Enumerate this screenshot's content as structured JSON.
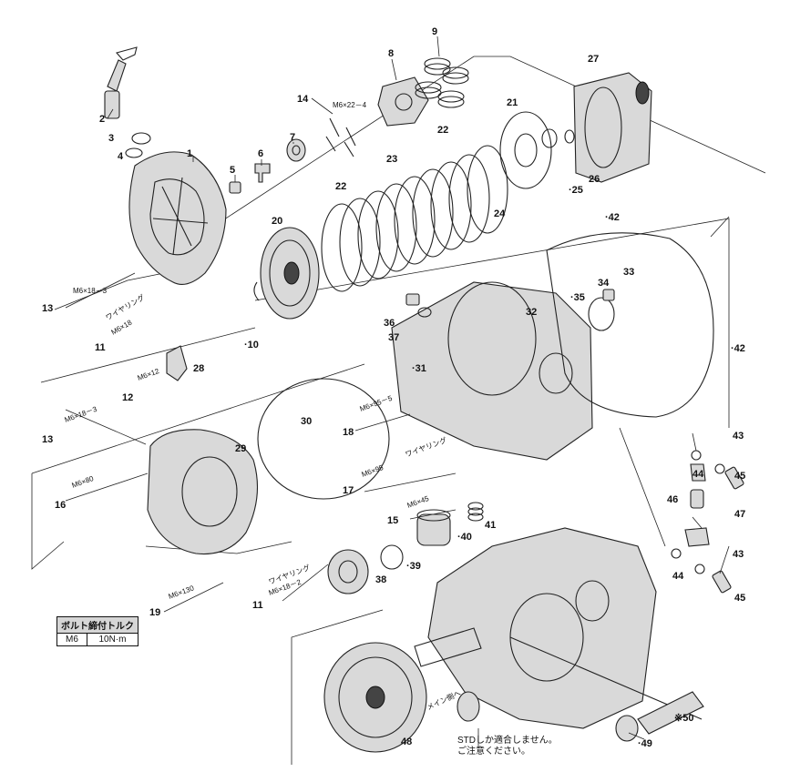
{
  "part_numbers": [
    "1",
    "2",
    "3",
    "4",
    "5",
    "6",
    "7",
    "8",
    "9",
    "·10",
    "11",
    "11",
    "12",
    "13",
    "13",
    "14",
    "15",
    "16",
    "17",
    "18",
    "19",
    "20",
    "21",
    "22",
    "22",
    "23",
    "24",
    "·25",
    "26",
    "27",
    "28",
    "29",
    "30",
    "·31",
    "32",
    "33",
    "34",
    "·35",
    "36",
    "37",
    "38",
    "·39",
    "·40",
    "41",
    "·42",
    "·42",
    "43",
    "43",
    "44",
    "44",
    "45",
    "45",
    "46",
    "47",
    "48",
    "·49",
    "※50"
  ],
  "bolt_labels": {
    "m6x22_4": "M6×22－4",
    "m6x18_3_a": "M6×18－3",
    "oring_m6x18_a": "ワイヤリング",
    "oring_m6x18_b": "M6×18",
    "m6x12": "M6×12",
    "m6x18_3_b": "M6×18－3",
    "m6x80": "M6×80",
    "m6x130": "M6×130",
    "m6x95_5": "M6×95－5",
    "m6x95": "M6×95",
    "wire_ring": "ワイヤリング",
    "m6x45": "M6×45",
    "oring_m6x18_2_a": "ワイヤリング",
    "oring_m6x18_2_b": "M6×18－2",
    "main_side": "メイン側へ"
  },
  "torque_table": {
    "header": "ボルト締付トルク",
    "size": "M6",
    "value": "10N·m"
  },
  "note": {
    "line1": "STDしか適合しません。",
    "line2": "ご注意ください。"
  }
}
